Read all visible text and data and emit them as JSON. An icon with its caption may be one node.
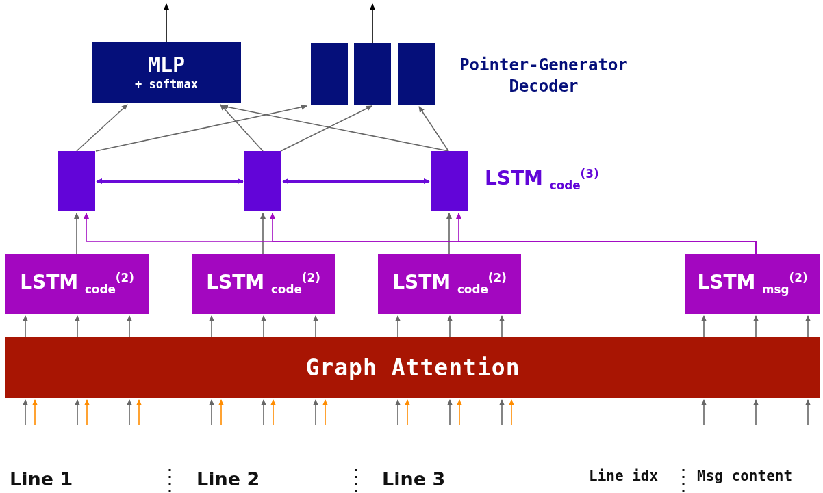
{
  "diagram": {
    "nodes": [
      {
        "text": [
          "MLP",
          "+ softmax"
        ]
      },
      {
        "text": [],
        "shape": "box"
      },
      {
        "text": [],
        "shape": "box"
      },
      {
        "text": [],
        "shape": "box"
      },
      {
        "text": [],
        "shape": "box"
      },
      {
        "text": [],
        "shape": "box"
      },
      {
        "text": [],
        "shape": "box"
      },
      {
        "text": [
          "LSTM $_{code}$$^{(2)}$"
        ]
      },
      {
        "text": [
          "LSTM $_{code}$$^{(2)}$"
        ]
      },
      {
        "text": [
          "LSTM $_{code}$$^{(2)}$"
        ]
      },
      {
        "text": [
          "LSTM $_{msg}$$^{(2)}$"
        ]
      },
      {
        "text": [
          "Graph Attention"
        ]
      }
    ],
    "edges": [
      {
        "from": 0,
        "to": null,
        "arrow": "to",
        "color": "#000000"
      },
      {
        "from": 2,
        "to": null,
        "arrow": "to",
        "color": "#000000"
      },
      {
        "from": 4,
        "to": 0,
        "arrow": "to"
      },
      {
        "from": 4,
        "to": 1,
        "arrow": "to"
      },
      {
        "from": 5,
        "to": 0,
        "arrow": "to"
      },
      {
        "from": 5,
        "to": 2,
        "arrow": "to"
      },
      {
        "from": 6,
        "to": 0,
        "arrow": "to"
      },
      {
        "from": 6,
        "to": 3,
        "arrow": "to"
      },
      {
        "from": 4,
        "to": 5,
        "arrow": "both",
        "style": "thick",
        "color": "#6a0ad8"
      },
      {
        "from": 5,
        "to": 6,
        "arrow": "both",
        "style": "thick",
        "color": "#6a0ad8"
      },
      {
        "from": 7,
        "to": 4,
        "arrow": "to"
      },
      {
        "from": 8,
        "to": 5,
        "arrow": "to"
      },
      {
        "from": 9,
        "to": 6,
        "arrow": "to"
      },
      {
        "from": 10,
        "to": 4,
        "arrow": "to",
        "color": "#a10ac2"
      },
      {
        "from": 10,
        "to": 5,
        "arrow": "to",
        "color": "#a10ac2"
      },
      {
        "from": 10,
        "to": 6,
        "arrow": "to",
        "color": "#a10ac2"
      },
      {
        "from": 11,
        "to": 7,
        "arrow": "to"
      },
      {
        "from": 11,
        "to": 7,
        "arrow": "to"
      },
      {
        "from": 11,
        "to": 7,
        "arrow": "to"
      },
      {
        "from": 11,
        "to": 8,
        "arrow": "to"
      },
      {
        "from": 11,
        "to": 8,
        "arrow": "to"
      },
      {
        "from": 11,
        "to": 8,
        "arrow": "to"
      },
      {
        "from": 11,
        "to": 9,
        "arrow": "to"
      },
      {
        "from": 11,
        "to": 9,
        "arrow": "to"
      },
      {
        "from": 11,
        "to": 9,
        "arrow": "to"
      },
      {
        "from": 11,
        "to": 10,
        "arrow": "to"
      },
      {
        "from": 11,
        "to": 10,
        "arrow": "to"
      },
      {
        "from": 11,
        "to": 10,
        "arrow": "to"
      },
      {
        "from": null,
        "to": 11,
        "arrow": "to"
      },
      {
        "from": null,
        "to": 11,
        "arrow": "to",
        "color": "#ff8c00"
      },
      {
        "from": null,
        "to": 11,
        "arrow": "to"
      },
      {
        "from": null,
        "to": 11,
        "arrow": "to",
        "color": "#ff8c00"
      },
      {
        "from": null,
        "to": 11,
        "arrow": "to"
      },
      {
        "from": null,
        "to": 11,
        "arrow": "to",
        "color": "#ff8c00"
      },
      {
        "from": null,
        "to": 11,
        "arrow": "to"
      },
      {
        "from": null,
        "to": 11,
        "arrow": "to",
        "color": "#ff8c00"
      },
      {
        "from": null,
        "to": 11,
        "arrow": "to"
      },
      {
        "from": null,
        "to": 11,
        "arrow": "to",
        "color": "#ff8c00"
      },
      {
        "from": null,
        "to": 11,
        "arrow": "to"
      },
      {
        "from": null,
        "to": 11,
        "arrow": "to",
        "color": "#ff8c00"
      },
      {
        "from": null,
        "to": 11,
        "arrow": "to"
      },
      {
        "from": null,
        "to": 11,
        "arrow": "to",
        "color": "#ff8c00"
      },
      {
        "from": null,
        "to": 11,
        "arrow": "to"
      },
      {
        "from": null,
        "to": 11,
        "arrow": "to",
        "color": "#ff8c00"
      },
      {
        "from": null,
        "to": 11,
        "arrow": "to"
      },
      {
        "from": null,
        "to": 11,
        "arrow": "to",
        "color": "#ff8c00"
      },
      {
        "from": null,
        "to": 11,
        "arrow": "to"
      },
      {
        "from": null,
        "to": 11,
        "arrow": "to"
      },
      {
        "from": null,
        "to": 11,
        "arrow": "to"
      }
    ],
    "labels": [
      "Pointer-Generator Decoder",
      "LSTM $_{code}$$^{(3)}$",
      "Line 1",
      "Line 2",
      "Line 3",
      "Line idx",
      "Msg content"
    ]
  }
}
